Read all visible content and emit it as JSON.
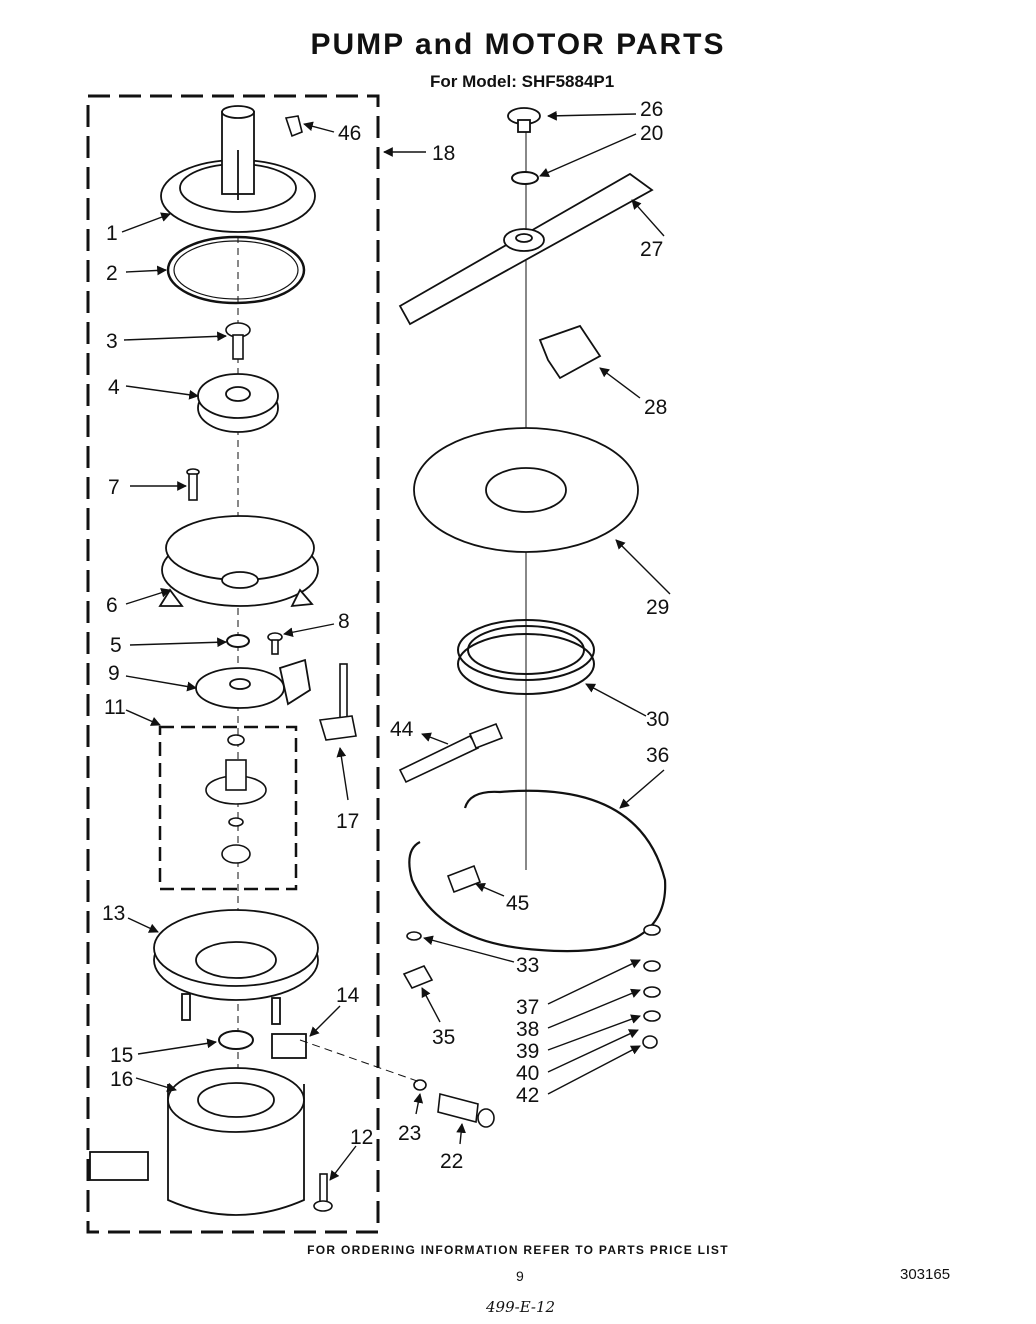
{
  "header": {
    "title": "PUMP and MOTOR PARTS",
    "subtitle": "For Model: SHF5884P1"
  },
  "footer": {
    "note": "FOR ORDERING INFORMATION REFER TO PARTS PRICE LIST",
    "page_number": "9",
    "document_number": "303165",
    "handwritten_code": "499-E-12"
  },
  "callouts": {
    "p1": "1",
    "p2": "2",
    "p3": "3",
    "p4": "4",
    "p5": "5",
    "p6": "6",
    "p7": "7",
    "p8": "8",
    "p9": "9",
    "p11": "11",
    "p12": "12",
    "p13": "13",
    "p14": "14",
    "p15": "15",
    "p16": "16",
    "p17": "17",
    "p18": "18",
    "p20": "20",
    "p22": "22",
    "p23": "23",
    "p26": "26",
    "p27": "27",
    "p28": "28",
    "p29": "29",
    "p30": "30",
    "p33": "33",
    "p35": "35",
    "p36": "36",
    "p37": "37",
    "p38": "38",
    "p39": "39",
    "p40": "40",
    "p42": "42",
    "p44": "44",
    "p45": "45",
    "p46": "46"
  }
}
